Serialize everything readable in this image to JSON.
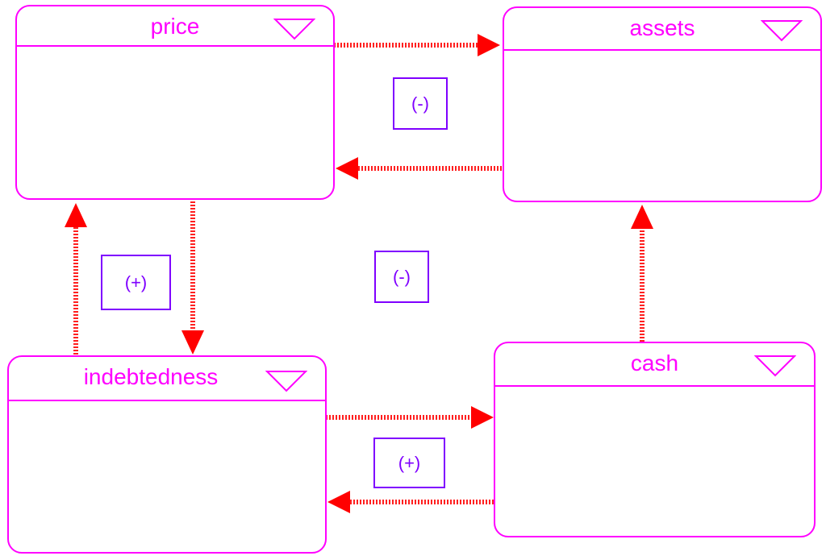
{
  "colors": {
    "node_border": "#ff00ff",
    "node_title": "#ff00ff",
    "badge": "#7f00ff",
    "edge": "#ff0000"
  },
  "nodes": {
    "price": {
      "title": "price",
      "icon": "triangle-down-icon"
    },
    "assets": {
      "title": "assets",
      "icon": "triangle-down-icon"
    },
    "indebtedness": {
      "title": "indebtedness",
      "icon": "triangle-down-icon"
    },
    "cash": {
      "title": "cash",
      "icon": "triangle-down-icon"
    }
  },
  "badges": {
    "price_assets": "(-)",
    "center": "(-)",
    "price_indebtedness": "(+)",
    "indebtedness_cash": "(+)"
  },
  "edges": [
    {
      "from": "price",
      "to": "assets"
    },
    {
      "from": "assets",
      "to": "price"
    },
    {
      "from": "price",
      "to": "indebtedness"
    },
    {
      "from": "indebtedness",
      "to": "price"
    },
    {
      "from": "cash",
      "to": "assets"
    },
    {
      "from": "indebtedness",
      "to": "cash"
    },
    {
      "from": "cash",
      "to": "indebtedness"
    }
  ]
}
